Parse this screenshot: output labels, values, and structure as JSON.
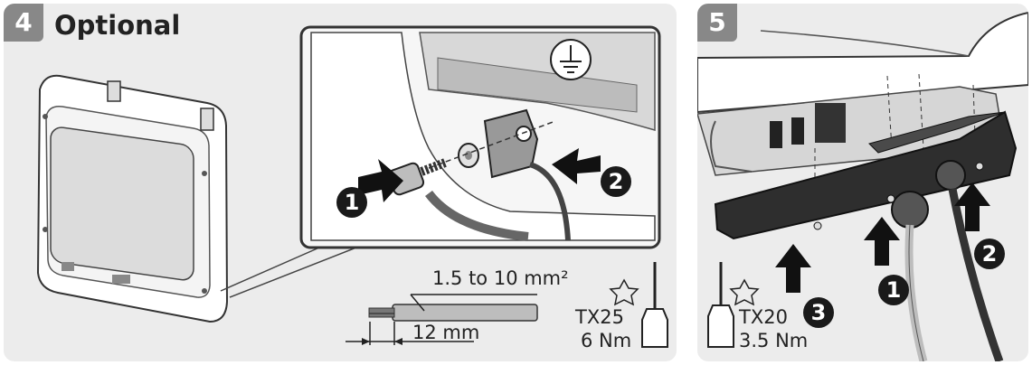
{
  "step4": {
    "number": "4",
    "title": "Optional",
    "callouts": [
      "1",
      "2"
    ],
    "wire_cross_section": "1.5 to 10 mm²",
    "strip_length": "12 mm",
    "torx_size": "TX25",
    "torque": "6 Nm"
  },
  "step5": {
    "number": "5",
    "callouts": [
      "1",
      "2",
      "3"
    ],
    "torx_size": "TX20",
    "torque": "3.5 Nm"
  }
}
